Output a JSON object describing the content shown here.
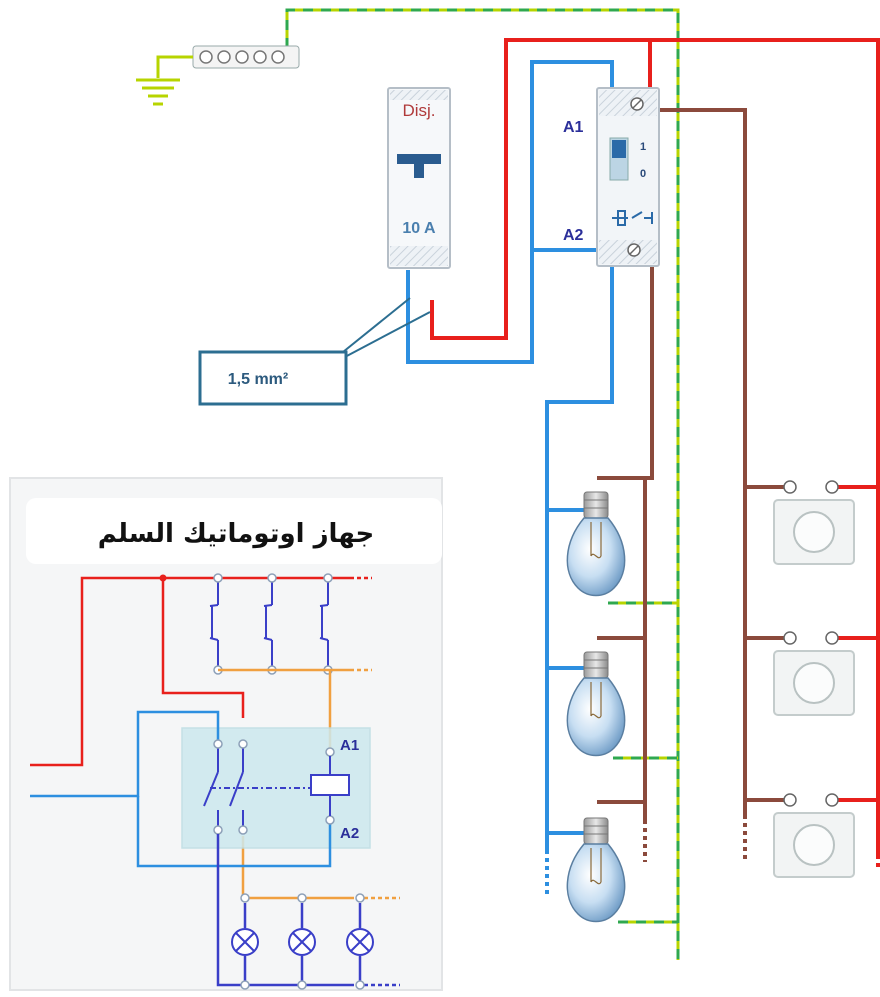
{
  "colors": {
    "phase": "#e8201c",
    "neutral": "#2d8fe0",
    "earth": "#b7d400",
    "earth_dash": "#2fa84f",
    "switched": "#8b4a3c",
    "orange": "#f0a040",
    "control": "#3a3fc8",
    "breaker_text": "#b03a3a",
    "label_blue": "#2b2f9a",
    "box_border": "#2c6e91"
  },
  "breaker": {
    "label": "Disj.",
    "rating": "10 A"
  },
  "wire_section": {
    "label": "1,5 mm²"
  },
  "automatic": {
    "terminal_top": "A1",
    "terminal_bottom": "A2",
    "switch_on": "1",
    "switch_off": "0"
  },
  "schematic": {
    "title": "جهاز اوتوماتيك السلم",
    "coil_top": "A1",
    "coil_bottom": "A2"
  },
  "icons": [
    "earth-terminal-icon",
    "earth-ground-icon",
    "bulb-icon",
    "push-button-icon",
    "lamp-symbol-icon",
    "coil-icon"
  ]
}
